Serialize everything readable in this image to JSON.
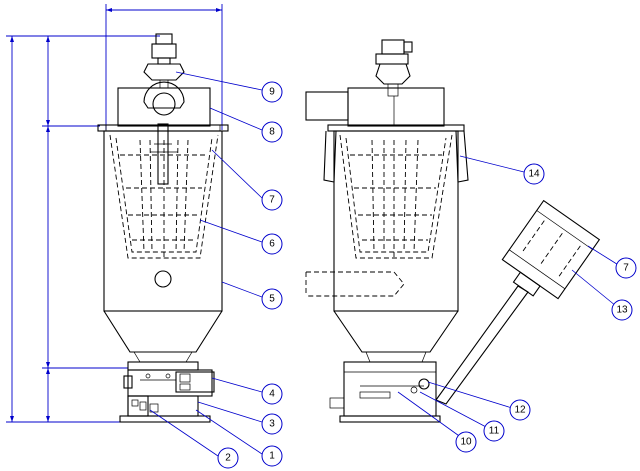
{
  "callouts": [
    {
      "id": "9",
      "label": "9"
    },
    {
      "id": "8",
      "label": "8"
    },
    {
      "id": "7a",
      "label": "7"
    },
    {
      "id": "6",
      "label": "6"
    },
    {
      "id": "5",
      "label": "5"
    },
    {
      "id": "4",
      "label": "4"
    },
    {
      "id": "3",
      "label": "3"
    },
    {
      "id": "2",
      "label": "2"
    },
    {
      "id": "1",
      "label": "1"
    },
    {
      "id": "14",
      "label": "14"
    },
    {
      "id": "7b",
      "label": "7"
    },
    {
      "id": "13",
      "label": "13"
    },
    {
      "id": "12",
      "label": "12"
    },
    {
      "id": "11",
      "label": "11"
    },
    {
      "id": "10",
      "label": "10"
    }
  ],
  "colors": {
    "outline": "#000000",
    "dimension": "#0000cc"
  }
}
